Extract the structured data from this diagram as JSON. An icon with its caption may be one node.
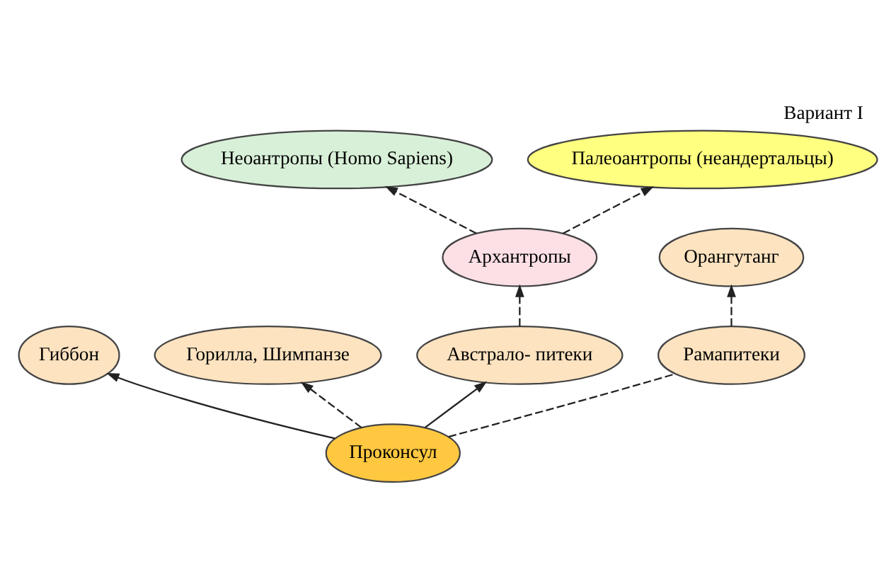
{
  "diagram": {
    "title": "Вариант I",
    "nodes": [
      {
        "text": [
          "Неоантропы (Homo Sapiens)"
        ]
      },
      {
        "text": [
          "Палеоантропы (неандертальцы)"
        ]
      },
      {
        "text": [
          "Архантропы"
        ]
      },
      {
        "text": [
          "Гиббон"
        ]
      },
      {
        "text": [
          "Орангутанг"
        ]
      },
      {
        "text": [
          "Горилла, Шимпанзе"
        ]
      },
      {
        "text": [
          "Австрало- питеки"
        ]
      },
      {
        "text": [
          "Рамапитеки"
        ]
      },
      {
        "text": [
          "Проконсул"
        ]
      }
    ],
    "edges": [
      {
        "from": 8,
        "to": 3,
        "arrow": "to"
      },
      {
        "from": 8,
        "to": 6,
        "arrow": "to"
      },
      {
        "from": 8,
        "to": 7,
        "arrow": "none",
        "style": "dashed"
      },
      {
        "from": 7,
        "to": 4,
        "arrow": "to",
        "style": "dashed"
      },
      {
        "from": 8,
        "to": 5,
        "arrow": "to",
        "style": "dashed"
      },
      {
        "from": 6,
        "to": 2,
        "arrow": "to",
        "style": "dashed"
      },
      {
        "from": 2,
        "to": 0,
        "arrow": "to",
        "style": "dashed"
      },
      {
        "from": 2,
        "to": 1,
        "arrow": "to",
        "style": "dashed"
      }
    ]
  }
}
